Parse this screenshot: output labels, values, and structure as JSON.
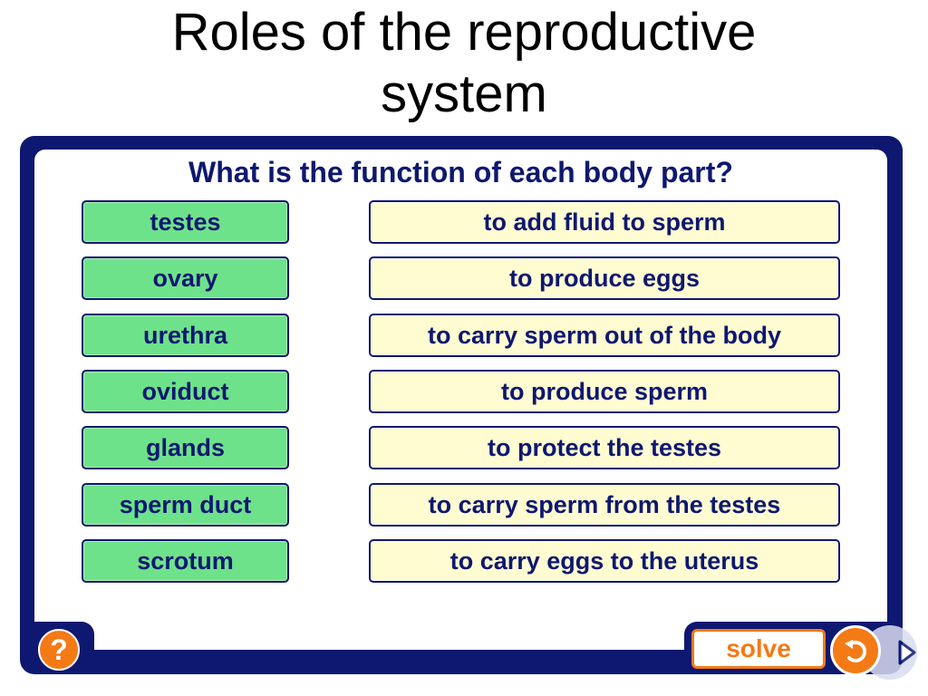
{
  "slide": {
    "title_line1": "Roles of the reproductive",
    "title_line2": "system"
  },
  "activity": {
    "question": "What is the function of each body part?",
    "parts": [
      "testes",
      "ovary",
      "urethra",
      "oviduct",
      "glands",
      "sperm duct",
      "scrotum"
    ],
    "functions": [
      "to add fluid to sperm",
      "to produce eggs",
      "to carry sperm out of the body",
      "to produce sperm",
      "to protect the testes",
      "to carry sperm from the testes",
      "to carry eggs to the uterus"
    ]
  },
  "controls": {
    "help_label": "?",
    "solve_label": "solve",
    "reset_icon": "undo-arrow-icon",
    "next_icon": "next-arrow-icon"
  },
  "colors": {
    "frame": "#0e1870",
    "part_fill": "#6ee28a",
    "function_fill": "#fffcd2",
    "accent": "#f47a16"
  }
}
